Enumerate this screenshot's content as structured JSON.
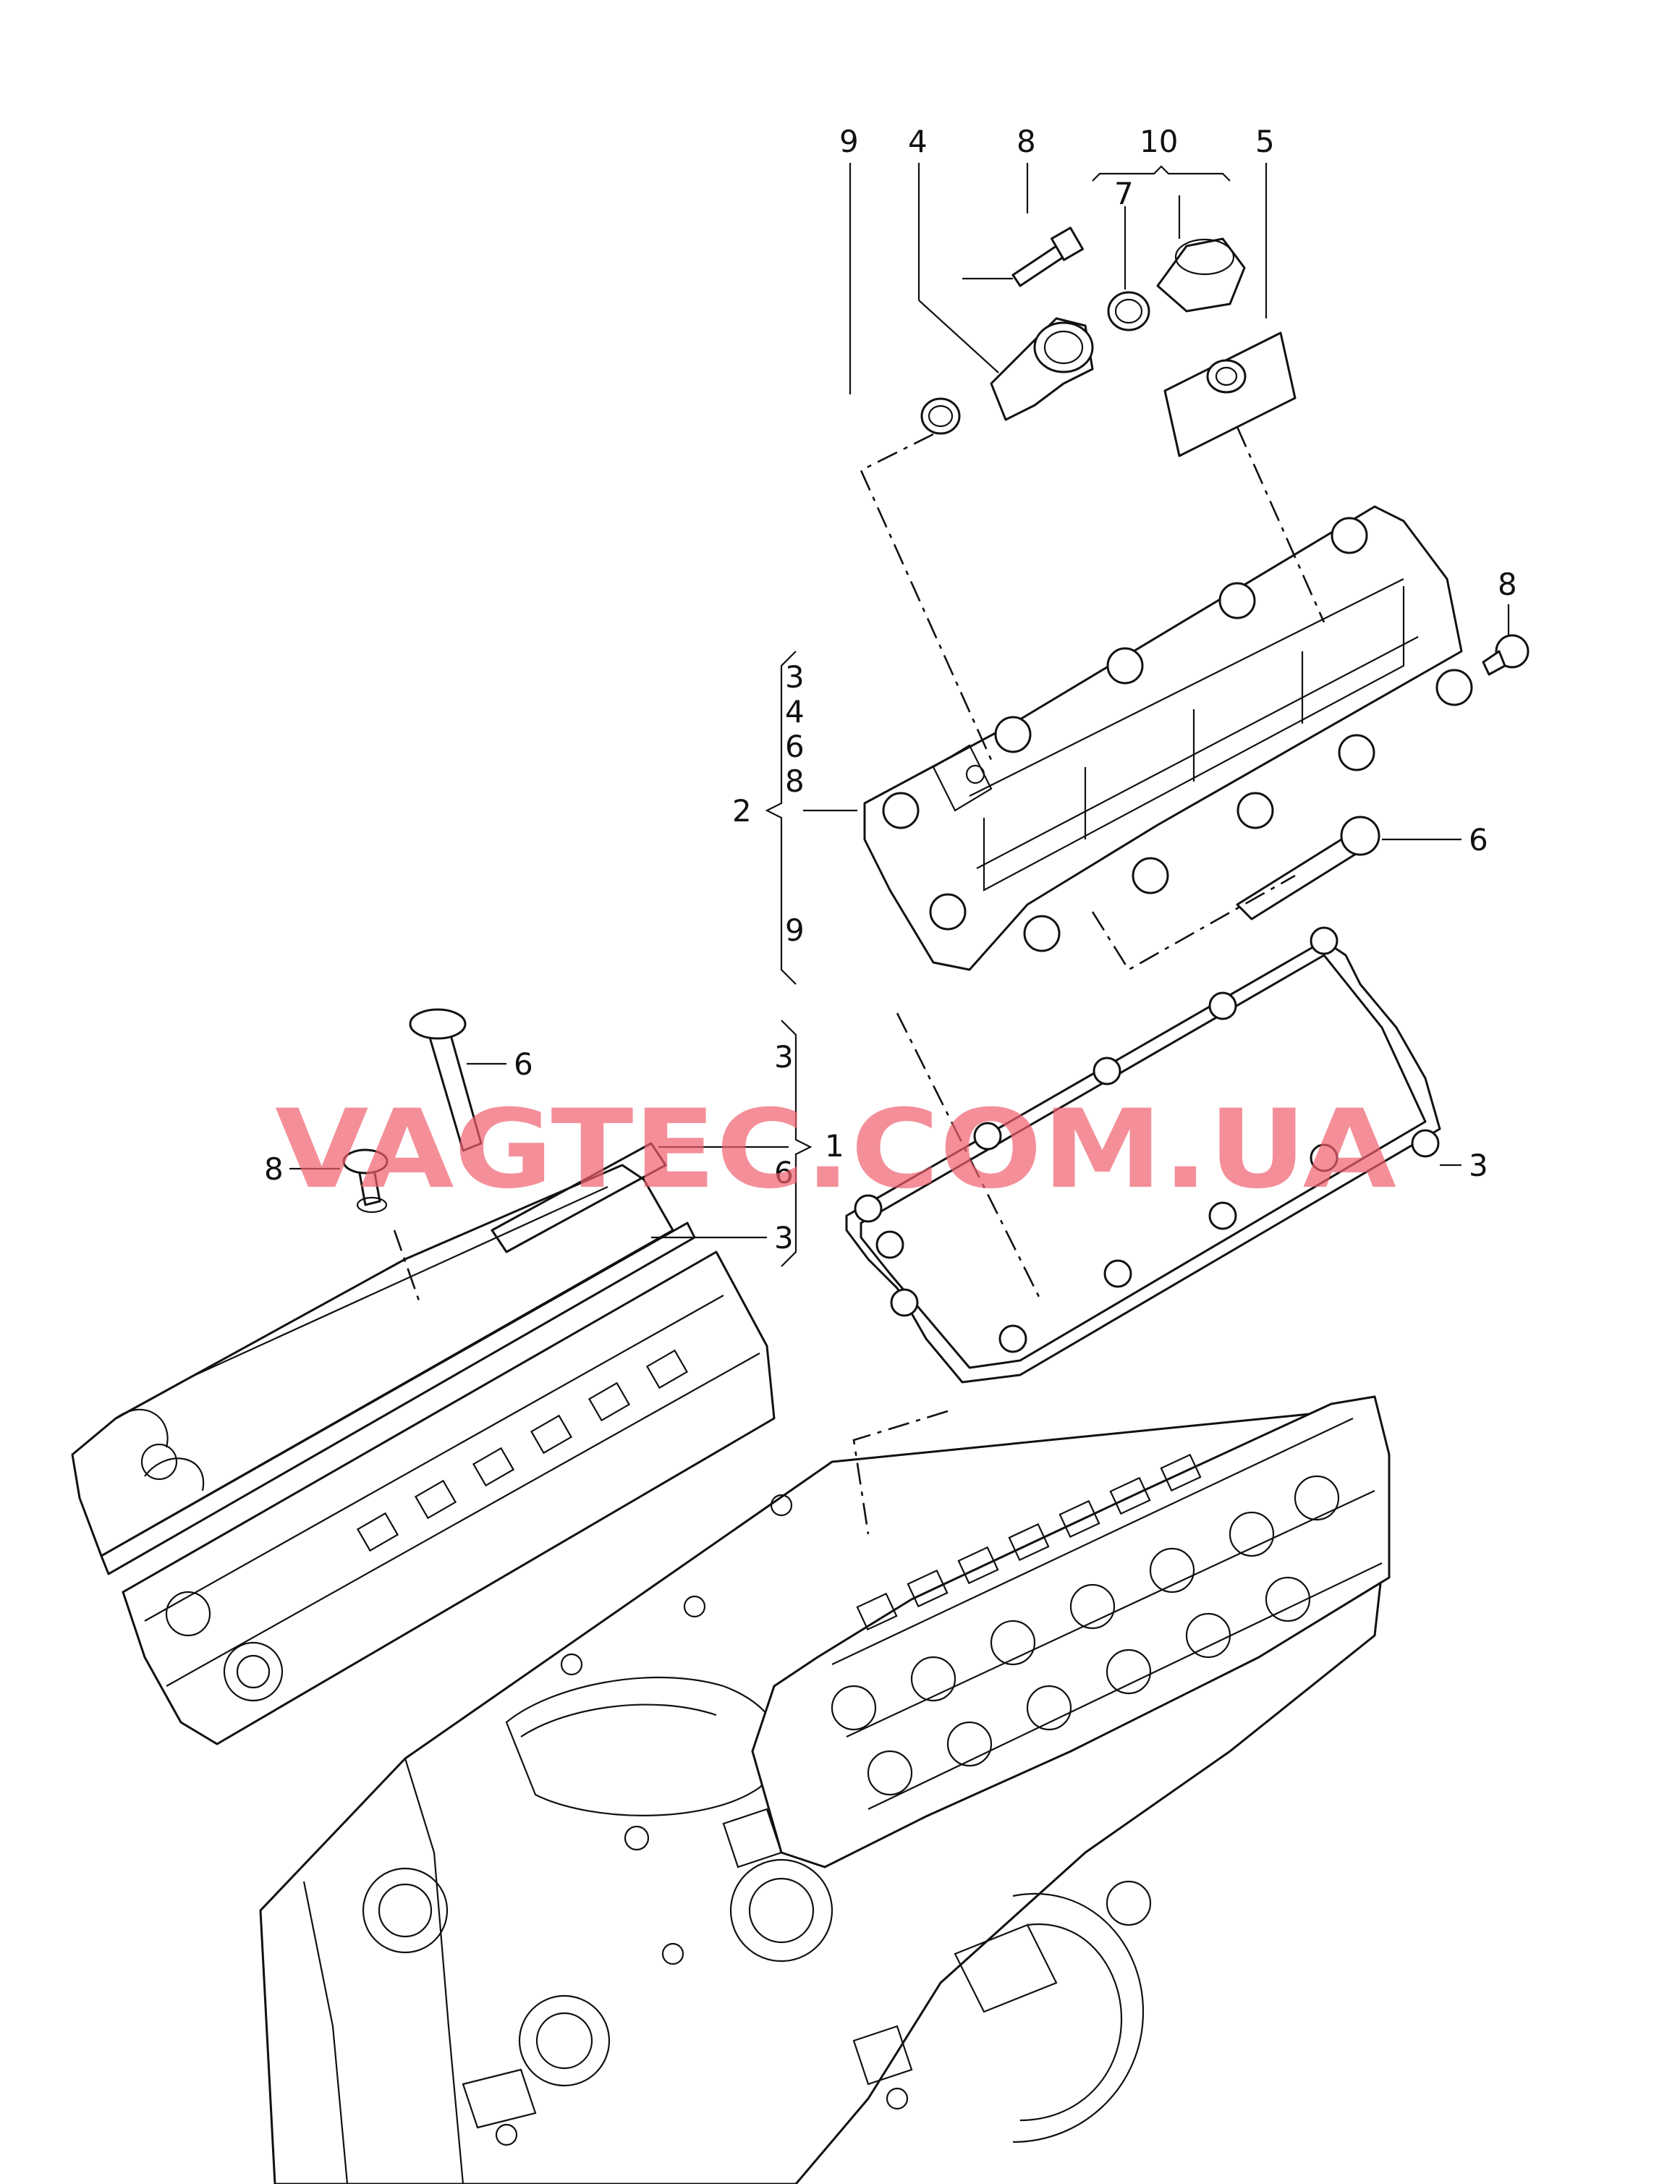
{
  "labels": {
    "top_9": "9",
    "top_4": "4",
    "top_8": "8",
    "top_10": "10",
    "top_7": "7",
    "top_5": "5",
    "right_8": "8",
    "right_6": "6",
    "right_3": "3",
    "brace2_num": "2",
    "brace2_3": "3",
    "brace2_4": "4",
    "brace2_6": "6",
    "brace2_8": "8",
    "brace2_9": "9",
    "brace1_num": "1",
    "brace1_3": "3",
    "brace1_6": "6",
    "left_6": "6",
    "left_8": "8",
    "left_3": "3"
  },
  "watermark": "VAGTEC.COM.UA"
}
